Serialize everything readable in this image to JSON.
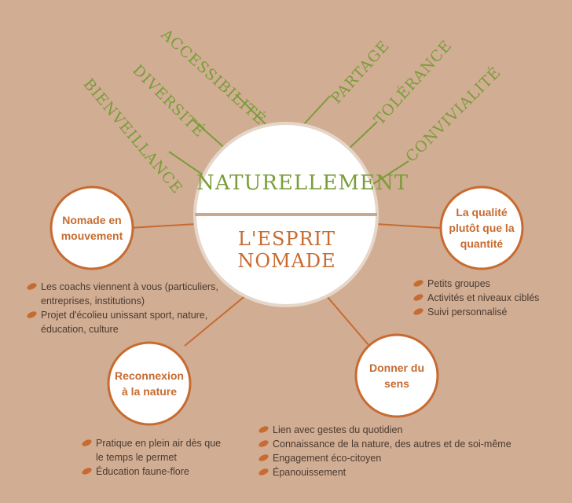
{
  "center": {
    "top_text": "NATURELLEMENT",
    "bottom_text": "L'ESPRIT NOMADE"
  },
  "values": [
    "BIENVEILLANCE",
    "DIVERSITÉ",
    "ACCESSIBILITÉ",
    "PARTAGE",
    "TOLÉRANCE",
    "CONVIVIALITÉ"
  ],
  "nodes": {
    "nomade": {
      "label": "Nomade en mouvement"
    },
    "qualite": {
      "label": "La qualité plutôt que la quantité"
    },
    "reconnexion": {
      "label": "Reconnexion à la nature"
    },
    "sens": {
      "label": "Donner du sens"
    }
  },
  "bullets": {
    "nomade": [
      "Les coachs viennent à vous (particuliers, entreprises, institutions)",
      "Projet d'écolieu unissant sport, nature, éducation, culture"
    ],
    "qualite": [
      "Petits groupes",
      "Activités et niveaux ciblés",
      "Suivi personnalisé"
    ],
    "reconnexion": [
      "Pratique en plein air dès que le temps le permet",
      "Éducation faune-flore"
    ],
    "sens": [
      "Lien avec gestes du quotidien",
      "Connaissance de la nature, des autres et de soi-même",
      "Engagement éco-citoyen",
      "Épanouissement"
    ]
  },
  "colors": {
    "background": "#d1ad93",
    "green": "#7a9d3a",
    "orange": "#c76b30",
    "text": "#4a3a30"
  }
}
